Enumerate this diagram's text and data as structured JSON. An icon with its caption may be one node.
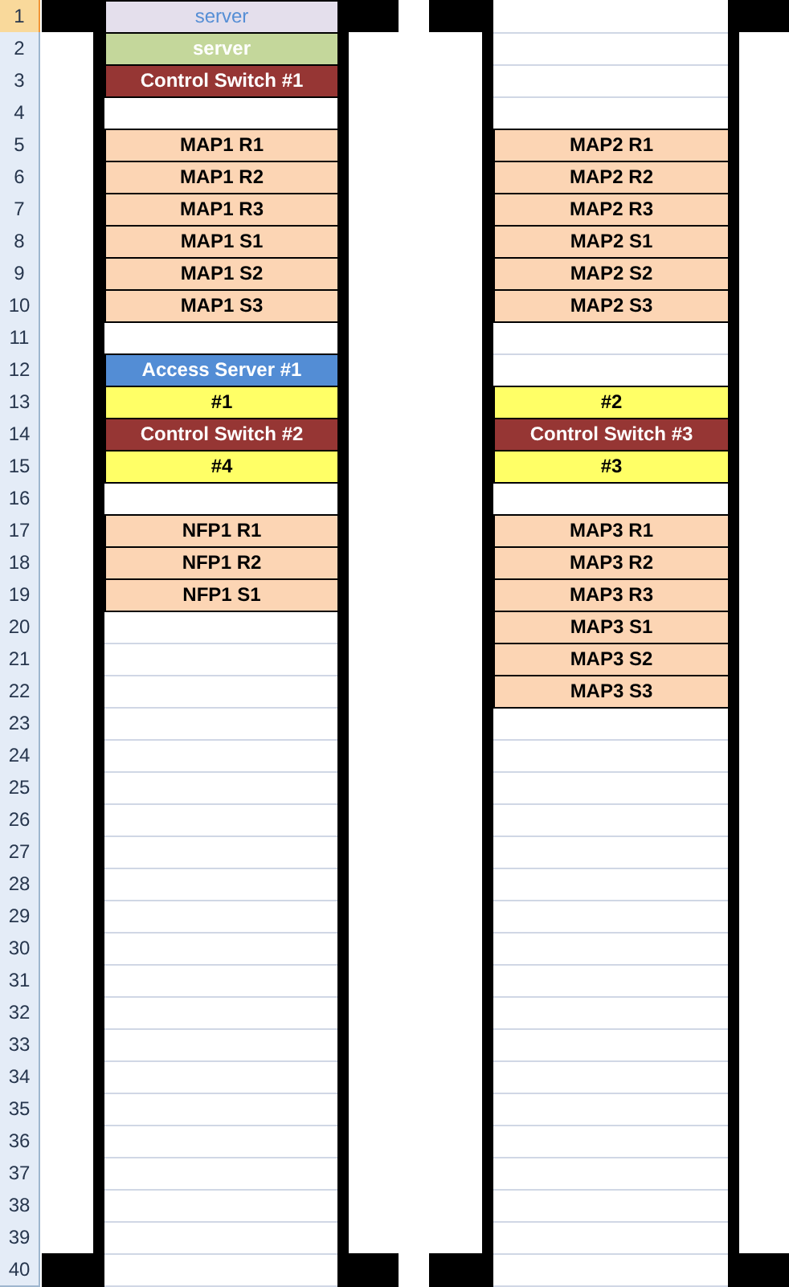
{
  "diagram": {
    "nodes": [
      {
        "text": [
          "server"
        ]
      },
      {
        "text": [
          "server"
        ]
      },
      {
        "text": [
          "Control Switch #1"
        ]
      },
      {
        "text": [
          "MAP1 R1"
        ]
      },
      {
        "text": [
          "MAP1 R2"
        ]
      },
      {
        "text": [
          "MAP1 R3"
        ]
      },
      {
        "text": [
          "MAP1 S1"
        ]
      },
      {
        "text": [
          "MAP1 S2"
        ]
      },
      {
        "text": [
          "MAP1 S3"
        ]
      },
      {
        "text": [
          "Access Server #1"
        ]
      },
      {
        "text": [
          "#1"
        ]
      },
      {
        "text": [
          "Control Switch #2"
        ]
      },
      {
        "text": [
          "#4"
        ]
      },
      {
        "text": [
          "NFP1 R1"
        ]
      },
      {
        "text": [
          "NFP1 R2"
        ]
      },
      {
        "text": [
          "NFP1 S1"
        ]
      },
      {
        "text": [
          "MAP2 R1"
        ]
      },
      {
        "text": [
          "MAP2 R2"
        ]
      },
      {
        "text": [
          "MAP2 R3"
        ]
      },
      {
        "text": [
          "MAP2 S1"
        ]
      },
      {
        "text": [
          "MAP2 S2"
        ]
      },
      {
        "text": [
          "MAP2 S3"
        ]
      },
      {
        "text": [
          "#2"
        ]
      },
      {
        "text": [
          "Control Switch #3"
        ]
      },
      {
        "text": [
          "#3"
        ]
      },
      {
        "text": [
          "MAP3 R1"
        ]
      },
      {
        "text": [
          "MAP3 R2"
        ]
      },
      {
        "text": [
          "MAP3 R3"
        ]
      },
      {
        "text": [
          "MAP3 S1"
        ]
      },
      {
        "text": [
          "MAP3 S2"
        ]
      },
      {
        "text": [
          "MAP3 S3"
        ]
      }
    ],
    "edges": [],
    "labels": [
      "1",
      "2",
      "3",
      "4",
      "5",
      "6",
      "7",
      "8",
      "9",
      "10",
      "11",
      "12",
      "13",
      "14",
      "15",
      "16",
      "17",
      "18",
      "19",
      "20",
      "21",
      "22",
      "23",
      "24",
      "25",
      "26",
      "27",
      "28",
      "29",
      "30",
      "31",
      "32",
      "33",
      "34",
      "35",
      "36",
      "37",
      "38",
      "39",
      "40"
    ]
  }
}
